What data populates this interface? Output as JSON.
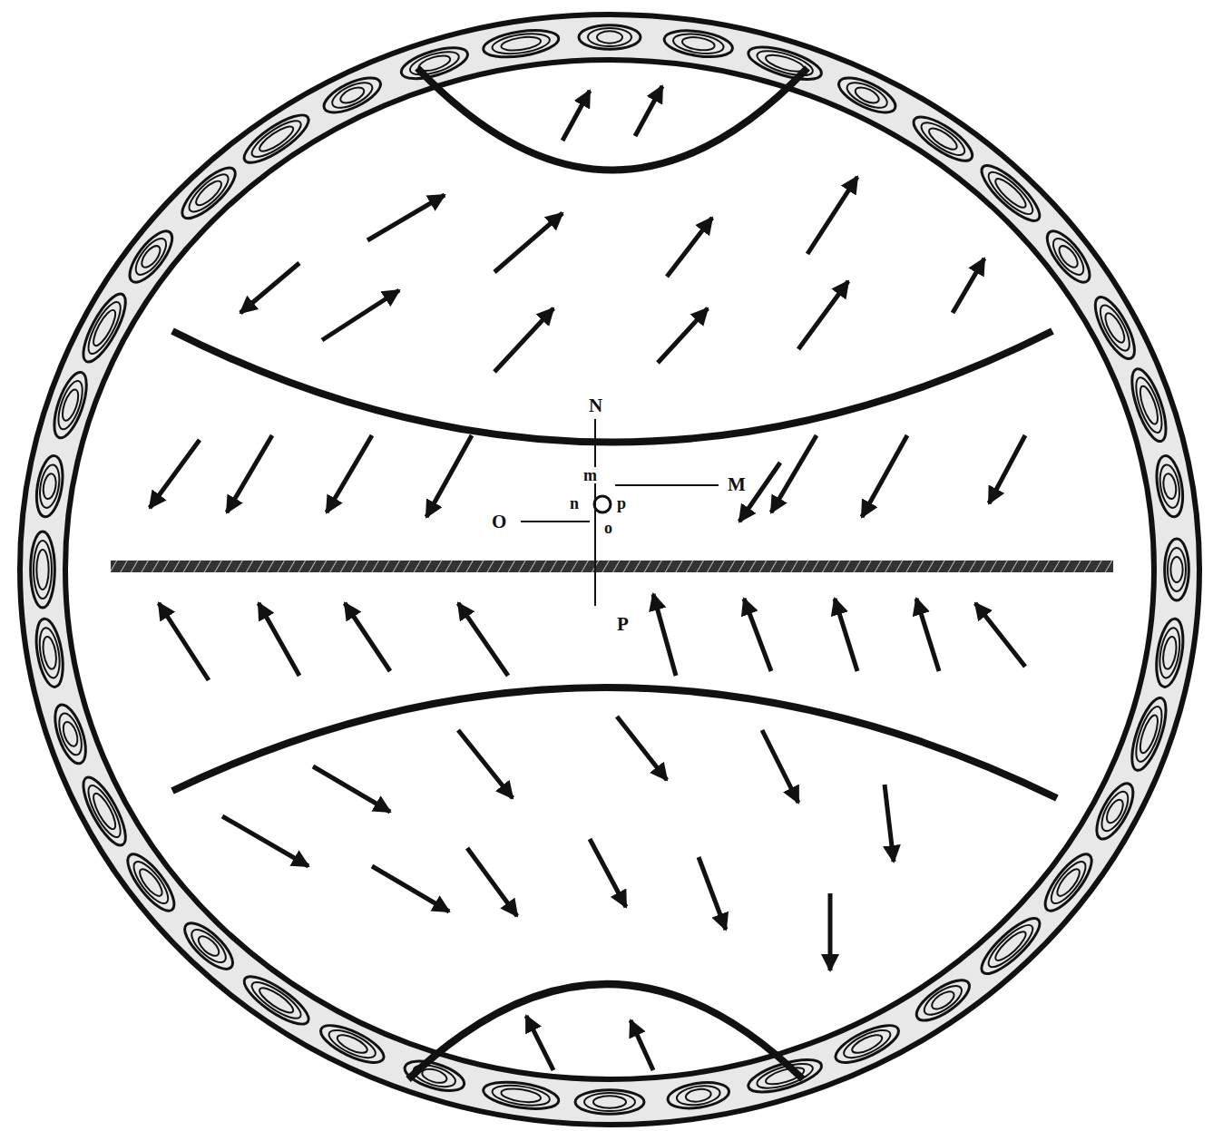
{
  "diagram": {
    "labels": [
      "N",
      "m",
      "n",
      "p",
      "M",
      "O",
      "o",
      "P"
    ]
  }
}
